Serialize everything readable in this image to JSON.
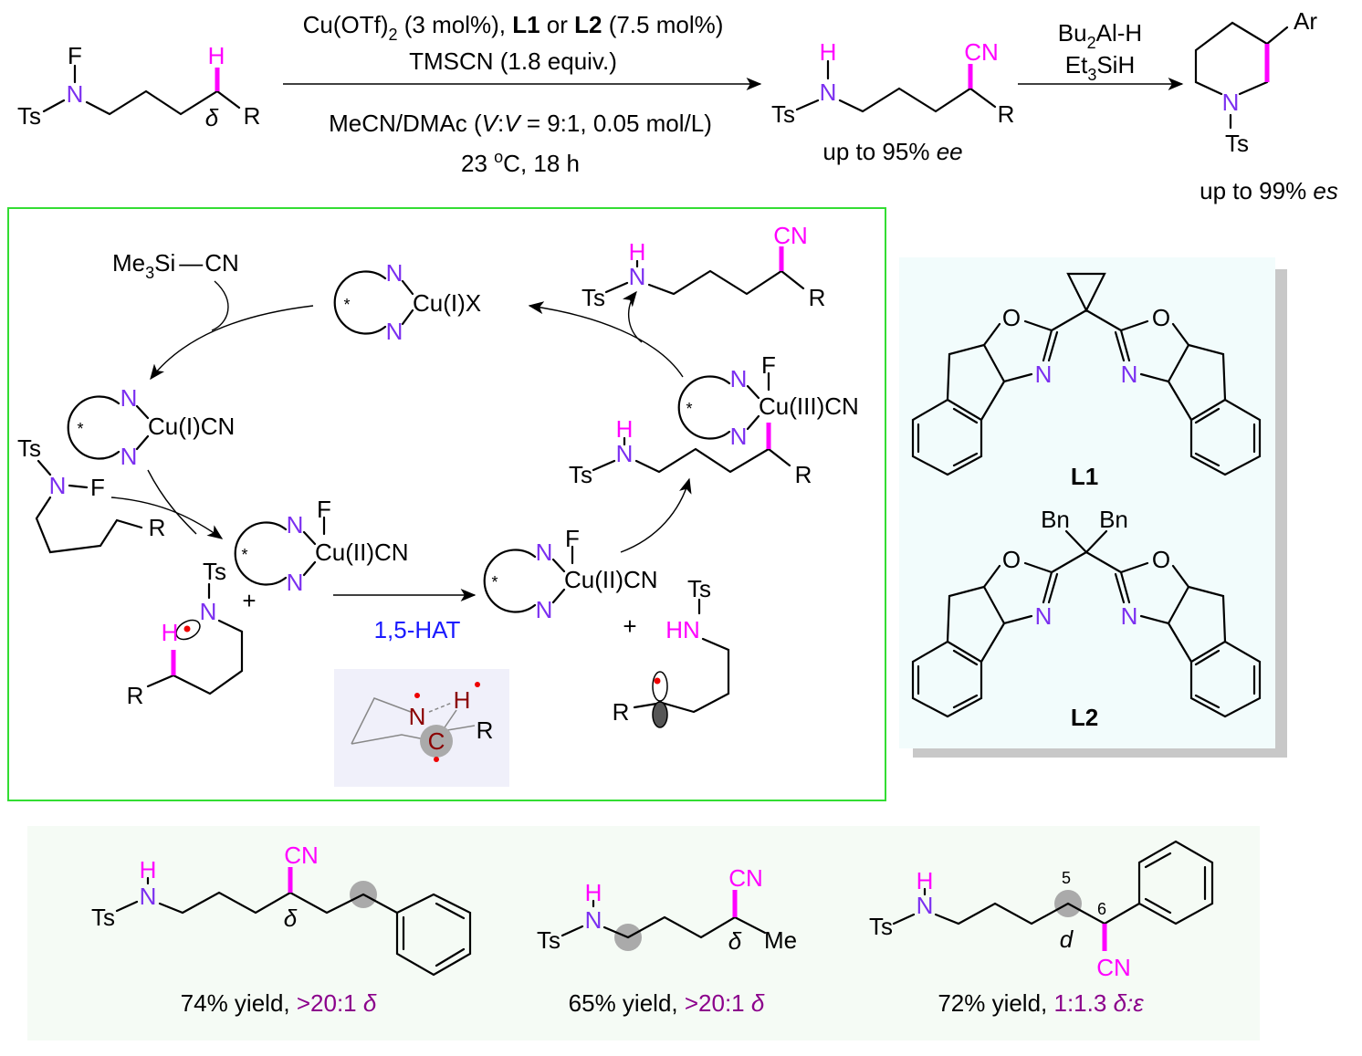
{
  "atoms": {
    "F": "F",
    "N": "N",
    "Ts": "Ts",
    "H": "H",
    "R": "R",
    "CN": "CN",
    "HN": "HN",
    "Me": "Me",
    "O": "O",
    "C": "C",
    "star": "*",
    "plus": "+",
    "delta": "δ",
    "d": "d"
  },
  "top_reaction": {
    "cond_line1": {
      "a": "Cu(OTf)",
      "sub": "2",
      "b": " (3 mol%), ",
      "l1": "L1",
      "or": " or ",
      "l2": "L2",
      "c": " (7.5 mol%)"
    },
    "cond_line2": "TMSCN (1.8 equiv.)",
    "cond_line3": {
      "a": "MeCN/DMAc (",
      "v1": "V",
      "colon": ":",
      "v2": "V",
      "b": " = 9:1, 0.05 mol/L)"
    },
    "cond_line4": {
      "a": "23 ",
      "sup": "o",
      "b": "C, 18 h"
    },
    "product_ee": {
      "a": "up to 95% ",
      "b": "ee"
    },
    "reagent1": {
      "a": "Bu",
      "sub": "2",
      "b": "Al-H"
    },
    "reagent2": {
      "a": "Et",
      "sub": "3",
      "b": "SiH"
    },
    "ar": "Ar",
    "piperidine_es": {
      "a": "up to 99% ",
      "b": "es"
    }
  },
  "cycle": {
    "tmscn": {
      "a": "Me",
      "sub": "3",
      "b": "Si",
      "dash": "—",
      "c": "CN"
    },
    "cu1x": "Cu(I)X",
    "cu1cn": "Cu(I)CN",
    "cu2cn": "Cu(II)CN",
    "cu3cn": "Cu(III)CN",
    "hat_label": "1,5-HAT"
  },
  "ligands": {
    "l1": "L1",
    "l2": "L2",
    "bn": "Bn"
  },
  "examples": [
    {
      "yield": "74% yield, ",
      "selectivity": ">20:1 ",
      "sel_sym": "δ"
    },
    {
      "yield": "65% yield, ",
      "selectivity": ">20:1 ",
      "sel_sym": "δ"
    },
    {
      "yield": "72% yield, ",
      "selectivity": "1:1.3 ",
      "sel_sym": "δ:ε",
      "pos5": "5",
      "pos6": "6"
    }
  ],
  "colors": {
    "nitrogen": "#7b2ff0",
    "highlight": "#ff00ff",
    "box_border": "#33dd33",
    "hat": "#1a1aff",
    "selectivity": "#8b008b"
  }
}
